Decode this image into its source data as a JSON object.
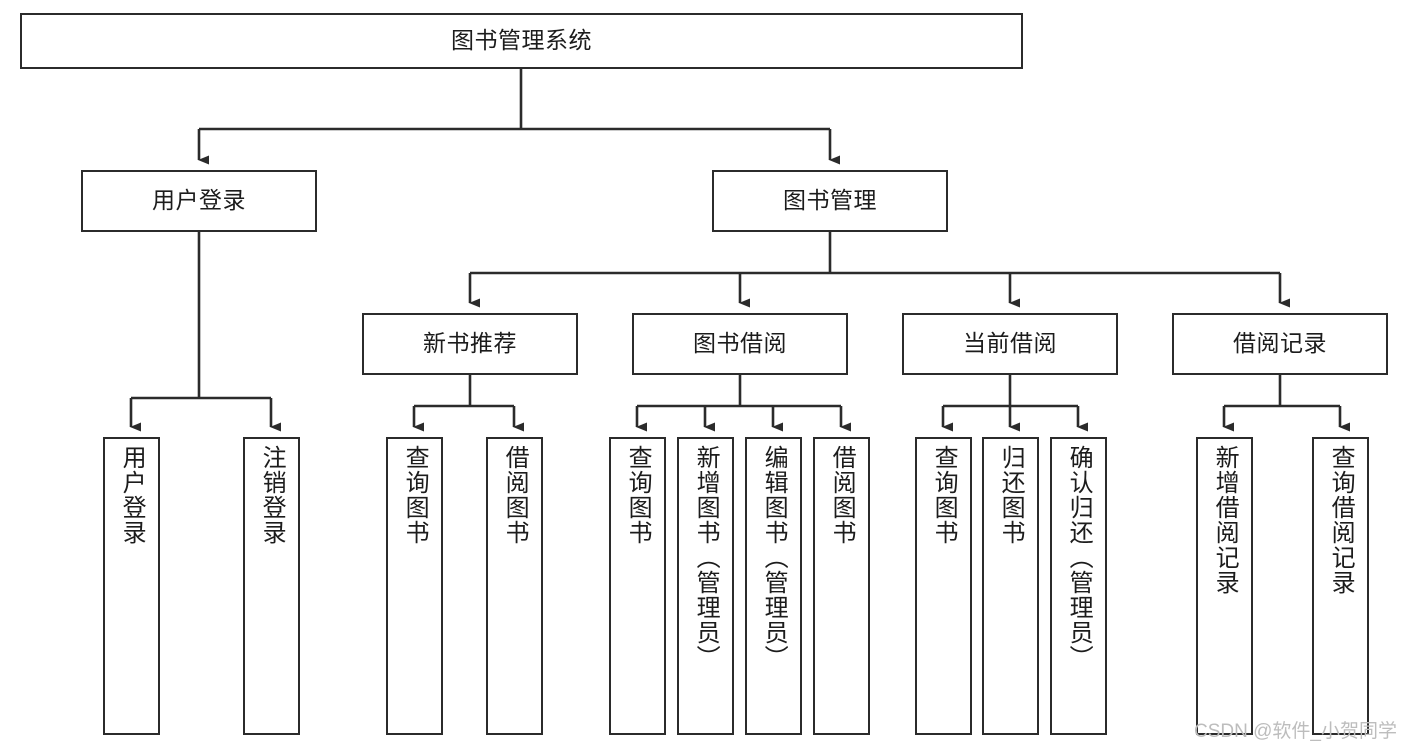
{
  "diagram": {
    "type": "tree-hierarchy",
    "title": "图书管理系统",
    "orientation": "top-down",
    "line_color": "#2b2b2b",
    "box_fill": "#ffffff",
    "text_color": "#1c1c1c"
  },
  "nodes": {
    "root": {
      "label": "图书管理系统"
    },
    "level2": [
      {
        "label": "用户登录"
      },
      {
        "label": "图书管理"
      }
    ],
    "level3": [
      {
        "label": "新书推荐"
      },
      {
        "label": "图书借阅"
      },
      {
        "label": "当前借阅"
      },
      {
        "label": "借阅记录"
      }
    ],
    "leaves": {
      "user_login": [
        {
          "label": "用户登录"
        },
        {
          "label": "注销登录"
        }
      ],
      "new_book_recommend": [
        {
          "label": "查询图书"
        },
        {
          "label": "借阅图书"
        }
      ],
      "book_borrow": [
        {
          "label": "查询图书"
        },
        {
          "label": "新增图书（管理员）"
        },
        {
          "label": "编辑图书（管理员）"
        },
        {
          "label": "借阅图书"
        }
      ],
      "current_borrow": [
        {
          "label": "查询图书"
        },
        {
          "label": "归还图书"
        },
        {
          "label": "确认归还（管理员）"
        }
      ],
      "borrow_record": [
        {
          "label": "新增借阅记录"
        },
        {
          "label": "查询借阅记录"
        }
      ]
    }
  },
  "watermark": {
    "text": "CSDN @软件_小贺同学"
  }
}
